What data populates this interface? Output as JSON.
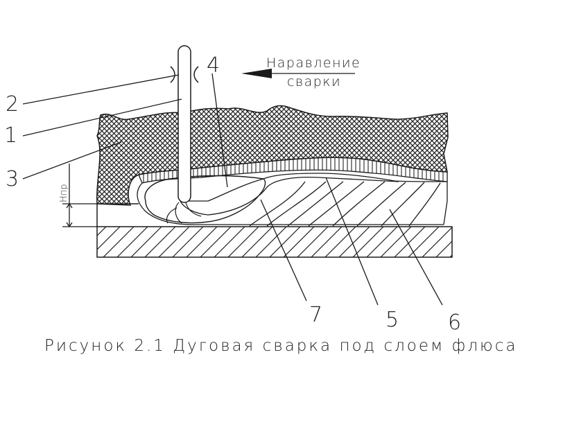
{
  "labels": {
    "n1": "1",
    "n2": "2",
    "n3": "3",
    "n4": "4",
    "n5": "5",
    "n6": "6",
    "n7": "7",
    "hpr": "Нпр"
  },
  "direction": {
    "line1": "Наравление",
    "line2": "сварки"
  },
  "caption": "Рисунок 2.1 Дуговая сварка под слоем флюса",
  "colors": {
    "stroke": "#1a1a1a",
    "background": "#ffffff"
  }
}
